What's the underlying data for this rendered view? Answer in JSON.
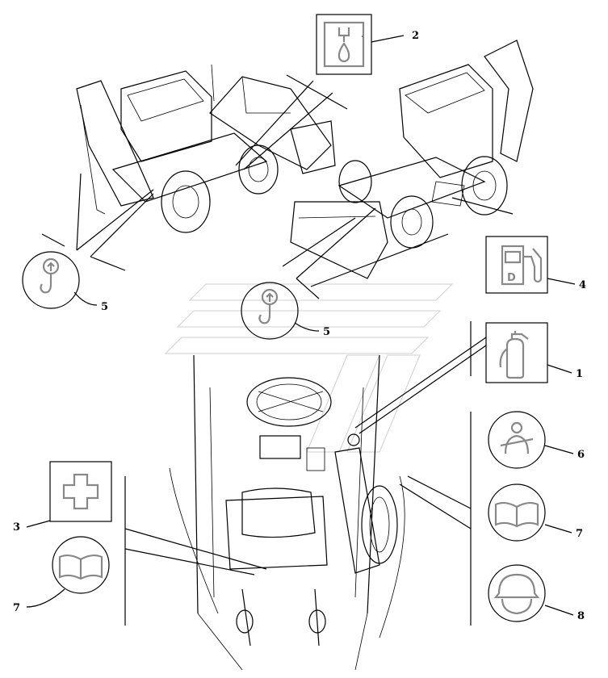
{
  "diagram": {
    "callouts": [
      {
        "id": "c1",
        "label": "1",
        "symbol": "fire-extinguisher-icon"
      },
      {
        "id": "c2",
        "label": "2",
        "symbol": "hydraulic-oil-icon"
      },
      {
        "id": "c3",
        "label": "3",
        "symbol": "first-aid-icon"
      },
      {
        "id": "c4",
        "label": "4",
        "symbol": "fuel-pump-diesel-icon"
      },
      {
        "id": "c5a",
        "label": "5",
        "symbol": "lifting-hook-icon"
      },
      {
        "id": "c5b",
        "label": "5",
        "symbol": "lifting-hook-icon"
      },
      {
        "id": "c6",
        "label": "6",
        "symbol": "seat-belt-icon"
      },
      {
        "id": "c7a",
        "label": "7",
        "symbol": "operator-manual-icon"
      },
      {
        "id": "c7b",
        "label": "7",
        "symbol": "operator-manual-icon"
      },
      {
        "id": "c8",
        "label": "8",
        "symbol": "hard-hat-icon"
      }
    ],
    "diesel_letter": "D"
  }
}
